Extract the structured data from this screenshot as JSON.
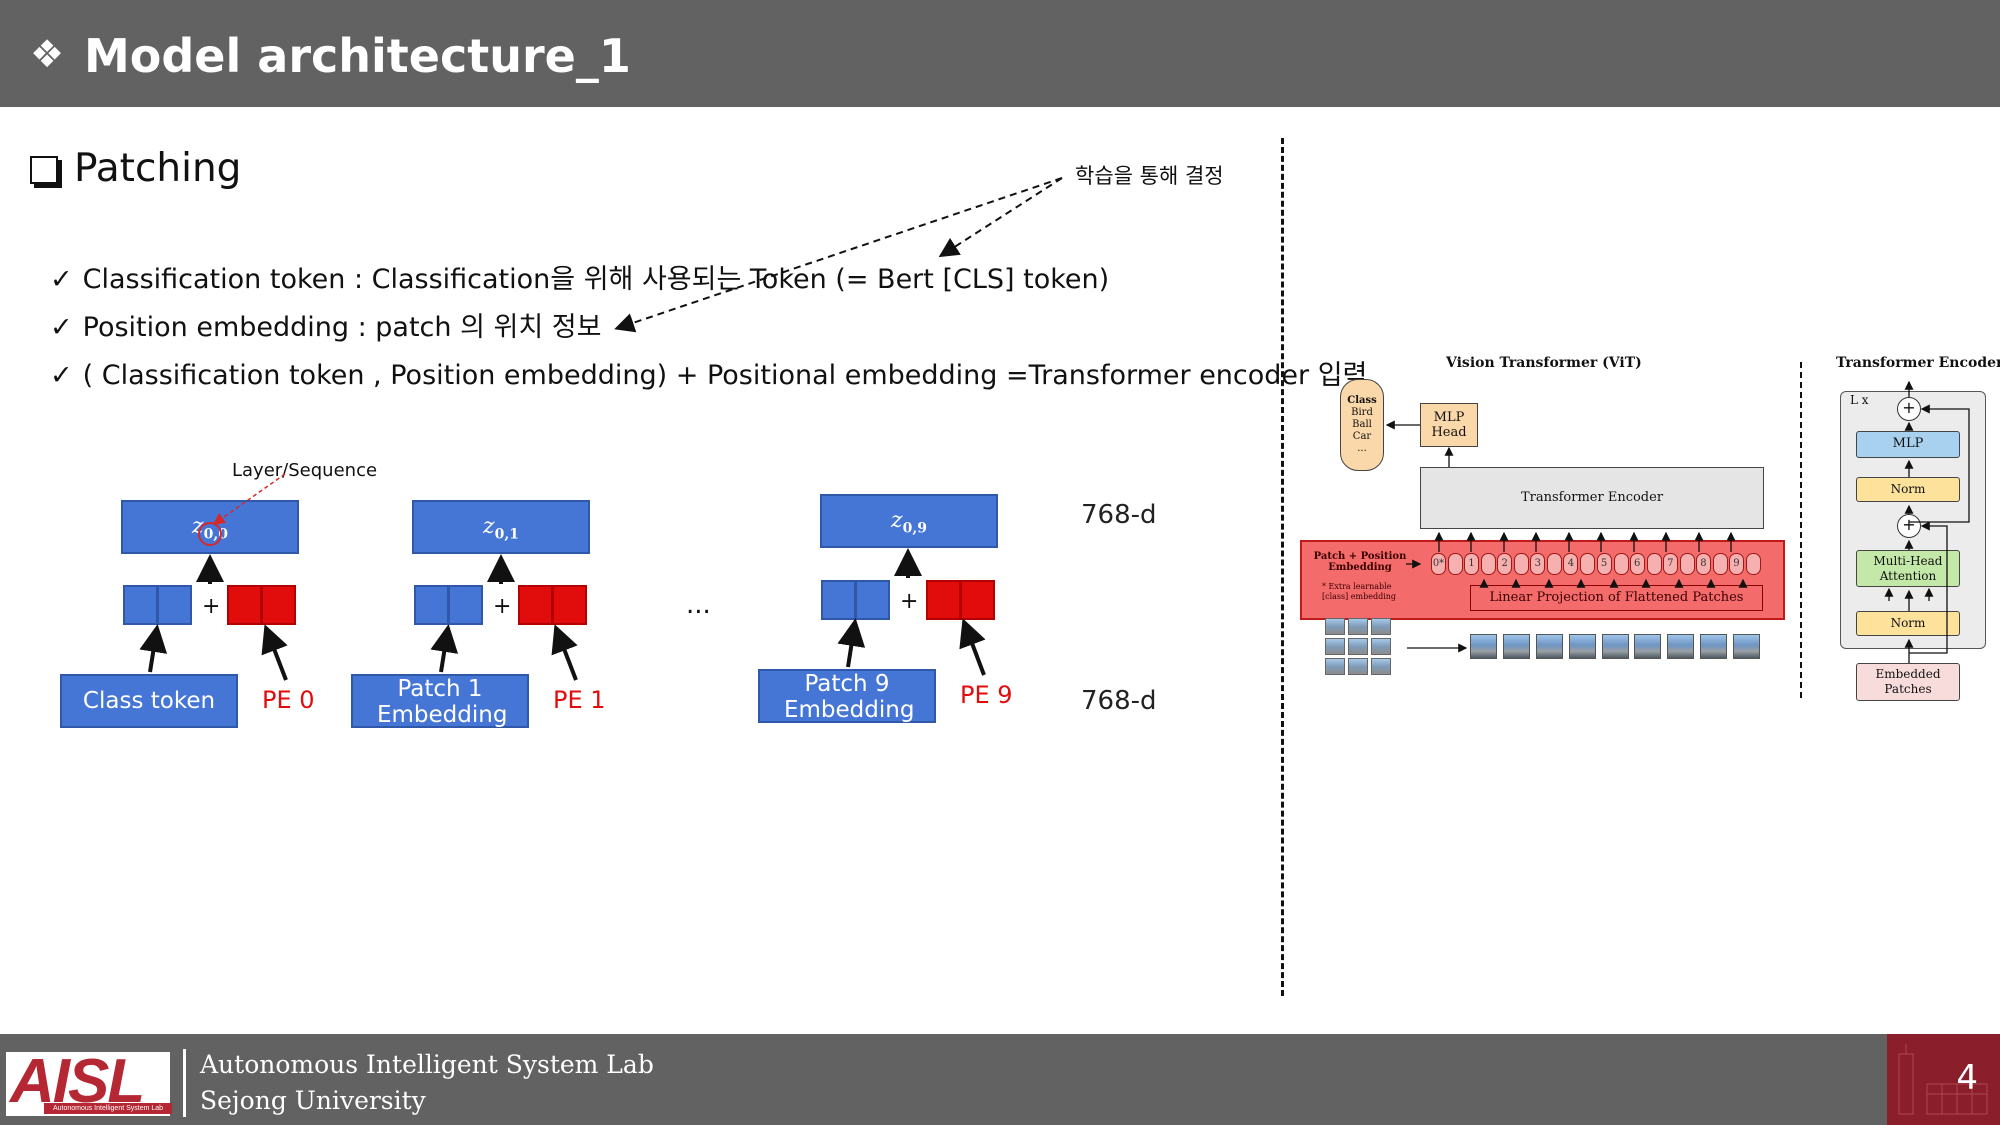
{
  "header": {
    "icon": "four-diamond-icon",
    "title": "Model architecture_1"
  },
  "section": {
    "icon": "hollow-box-icon",
    "title": "Patching"
  },
  "bullets": [
    {
      "mark": "✓",
      "text": "Classification token : Classification을 위해 사용되는 Token (= Bert [CLS] token)"
    },
    {
      "mark": "✓",
      "text": "Position embedding : patch 의 위치 정보"
    },
    {
      "mark": "✓",
      "text": "( Classification token , Position embedding) + Positional embedding =Transformer encoder 입력"
    }
  ],
  "note": "학습을 통해 결정",
  "left_diagram": {
    "layer_label": "Layer/Sequence",
    "z_labels": [
      {
        "main": "z",
        "sub": "0,0"
      },
      {
        "main": "z",
        "sub": "0,1"
      },
      {
        "main": "z",
        "sub": "0,9"
      }
    ],
    "plus": "+",
    "ellipsis": "...",
    "input_boxes": [
      "Class token",
      "Patch 1 Embedding",
      "Patch 9 Embedding"
    ],
    "pe_labels": [
      "PE 0",
      "PE 1",
      "PE 9"
    ],
    "dim_top": "768-d",
    "dim_bottom": "768-d"
  },
  "vit_diagram": {
    "title": "Vision Transformer (ViT)",
    "class_box": {
      "title": "Class",
      "items": [
        "Bird",
        "Ball",
        "Car",
        "..."
      ]
    },
    "mlp_head": [
      "MLP",
      "Head"
    ],
    "encoder": "Transformer Encoder",
    "embedding_label": [
      "Patch + Position",
      "Embedding"
    ],
    "extra_note": [
      "* Extra learnable",
      "[class] embedding"
    ],
    "linear_projection": "Linear Projection of Flattened Patches",
    "tokens": [
      "0*",
      "1",
      "2",
      "3",
      "4",
      "5",
      "6",
      "7",
      "8",
      "9"
    ]
  },
  "encoder_detail": {
    "title": "Transformer Encoder",
    "repeat": "L x",
    "blocks": [
      "MLP",
      "Norm",
      "Multi-Head Attention",
      "Norm"
    ],
    "input": "Embedded Patches",
    "add": "+"
  },
  "footer": {
    "logo_text": "AISL",
    "logo_caption": "Autonomous Intelligent System Lab",
    "line1": "Autonomous Intelligent System Lab",
    "line2": "Sejong University",
    "page": "4"
  },
  "colors": {
    "header_bg": "#626262",
    "box_blue": "#4576d6",
    "pe_red": "#e10d0d",
    "vit_red": "#f46b6b",
    "mlp_orange": "#fbd8a9",
    "mlp_blue": "#a8d1f0",
    "norm_yellow": "#fde29b",
    "attention_green": "#c4e8a8",
    "embedded_pink": "#f8dcdc",
    "footer_badge": "#8a1e2a"
  }
}
